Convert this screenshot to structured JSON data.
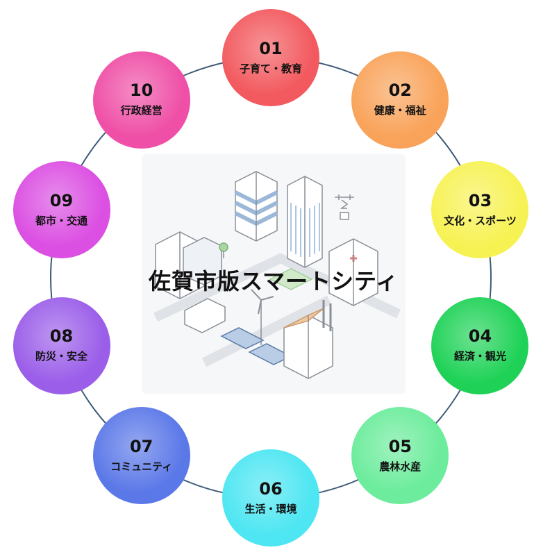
{
  "diagram": {
    "center_title": "佐賀市版スマートシティ",
    "center_image": "smart-city-isometric-illustration",
    "ring_color": "#3d5a78",
    "nodes": [
      {
        "num": "01",
        "label": "子育て・教育",
        "color": "#f25a5f"
      },
      {
        "num": "02",
        "label": "健康・福祉",
        "color": "#f9a35a"
      },
      {
        "num": "03",
        "label": "文化・スポーツ",
        "color": "#f7f254"
      },
      {
        "num": "04",
        "label": "経済・観光",
        "color": "#1fd257"
      },
      {
        "num": "05",
        "label": "農林水産",
        "color": "#6cec9c"
      },
      {
        "num": "06",
        "label": "生活・環境",
        "color": "#4de6f2"
      },
      {
        "num": "07",
        "label": "コミュニティ",
        "color": "#5b78e8"
      },
      {
        "num": "08",
        "label": "防災・安全",
        "color": "#9b5ee9"
      },
      {
        "num": "09",
        "label": "都市・交通",
        "color": "#db4fe2"
      },
      {
        "num": "10",
        "label": "行政経営",
        "color": "#ef4fa6"
      }
    ]
  }
}
